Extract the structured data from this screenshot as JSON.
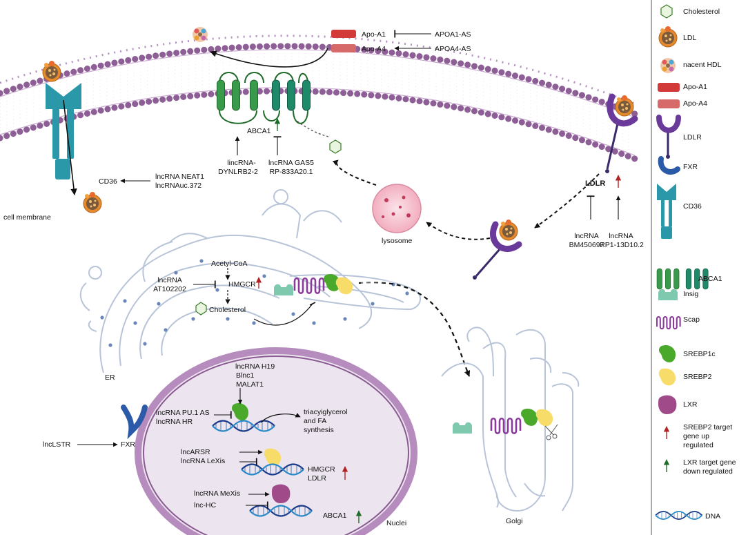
{
  "proteins": {
    "apo_a1": "Apo-A1",
    "apo_a4": "Apo-A4",
    "abca1": "ABCA1",
    "cd36": "CD36",
    "ldlr": "LDLR",
    "hmgcr": "HMGCR",
    "fxr": "FXR"
  },
  "regulators": {
    "apoa1_as": "APOA1-AS",
    "apoa4_as": "APOA4-AS",
    "lincrna_dynlrb2_1": "lincRNA-",
    "lincrna_dynlrb2_2": "DYNLRB2-2",
    "gas5_1": "lncRNA GAS5",
    "gas5_2": "RP-833A20.1",
    "neat1_1": "lncRNA NEAT1",
    "neat1_2": "lncRNAuc.372",
    "bm_1": "lncRNA",
    "bm_2": "BM450697",
    "rp1_1": "lncRNA",
    "rp1_2": "RP1-13D10.2",
    "at_1": "lncRNA",
    "at_2": "AT102202",
    "h19": "lncRNA H19",
    "blnc1": "Blnc1",
    "malat1": "MALAT1",
    "pu1": "lncRNA PU.1 AS",
    "hr": "lncRNA HR",
    "arsr": "lncARSR",
    "lexis": "lncRNA LeXis",
    "lstr": "lncLSTR",
    "mexis": "lncRNA MeXis",
    "lnc_hc": "lnc-HC"
  },
  "labels": {
    "cell_membrane": "cell membrane",
    "lysosome": "lysosome",
    "acetyl_coa": "Acetyl-CoA",
    "cholesterol": "Cholesterol",
    "er": "ER",
    "golgi": "Golgi",
    "nuclei": "Nuclei",
    "tg1": "triacyiglycerol",
    "tg2": "and FA",
    "tg3": "synthesis",
    "hmgcr_target": "HMGCR",
    "ldlr_target": "LDLR",
    "abca1_target": "ABCA1"
  },
  "legend": {
    "cholesterol": "Cholesterol",
    "ldl": "LDL",
    "nacent_hdl": "nacent HDL",
    "apo_a1": "Apo-A1",
    "apo_a4": "Apo-A4",
    "ldlr": "LDLR",
    "fxr": "FXR",
    "cd36": "CD36",
    "abca1": "ABCA1",
    "insig": "Insig",
    "scap": "Scap",
    "srebp1c": "SREBP1c",
    "srebp2": "SREBP2",
    "lxr": "LXR",
    "srebp2_up_1": "SREBP2 target",
    "srebp2_up_2": "gene up",
    "srebp2_up_3": "regulated",
    "lxr_down_1": "LXR target gene",
    "lxr_down_2": "down regulated",
    "dna": "DNA"
  },
  "colors": {
    "membrane": "#8e5f96",
    "abca1_green": "#3a9a4c",
    "apo_a1": "#d23a3a",
    "apo_a4": "#d66a6a",
    "teal": "#2a98a8",
    "insig": "#7fc9ae",
    "scap": "#8a3a9a",
    "srebp1c": "#4aa82a",
    "srebp2": "#f7dc6a",
    "lxr": "#a04a8a",
    "nucleus_fill": "#ece4ee",
    "up_arrow_red": "#b22222",
    "down_arrow_green": "#1f6b2a"
  }
}
